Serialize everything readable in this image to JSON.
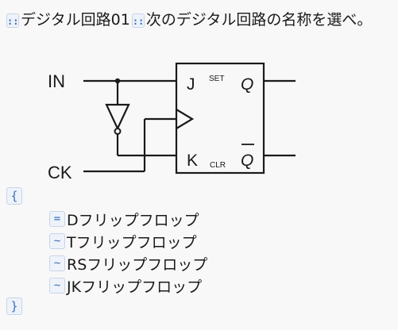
{
  "header": {
    "tag_icon": "::",
    "category": "デジタル回路01",
    "question": "次のデジタル回路の名称を選べ。"
  },
  "circuit": {
    "input_in": "IN",
    "input_ck": "CK",
    "pin_j": "J",
    "pin_k": "K",
    "set_label": "SET",
    "clr_label": "CLR",
    "out_q": "Q",
    "out_qbar": "Q"
  },
  "block": {
    "open": "{",
    "close": "}"
  },
  "options": [
    {
      "mark": "=",
      "label": "Dフリップフロップ"
    },
    {
      "mark": "~",
      "label": "Tフリップフロップ"
    },
    {
      "mark": "~",
      "label": "RSフリップフロップ"
    },
    {
      "mark": "~",
      "label": "JKフリップフロップ"
    }
  ]
}
